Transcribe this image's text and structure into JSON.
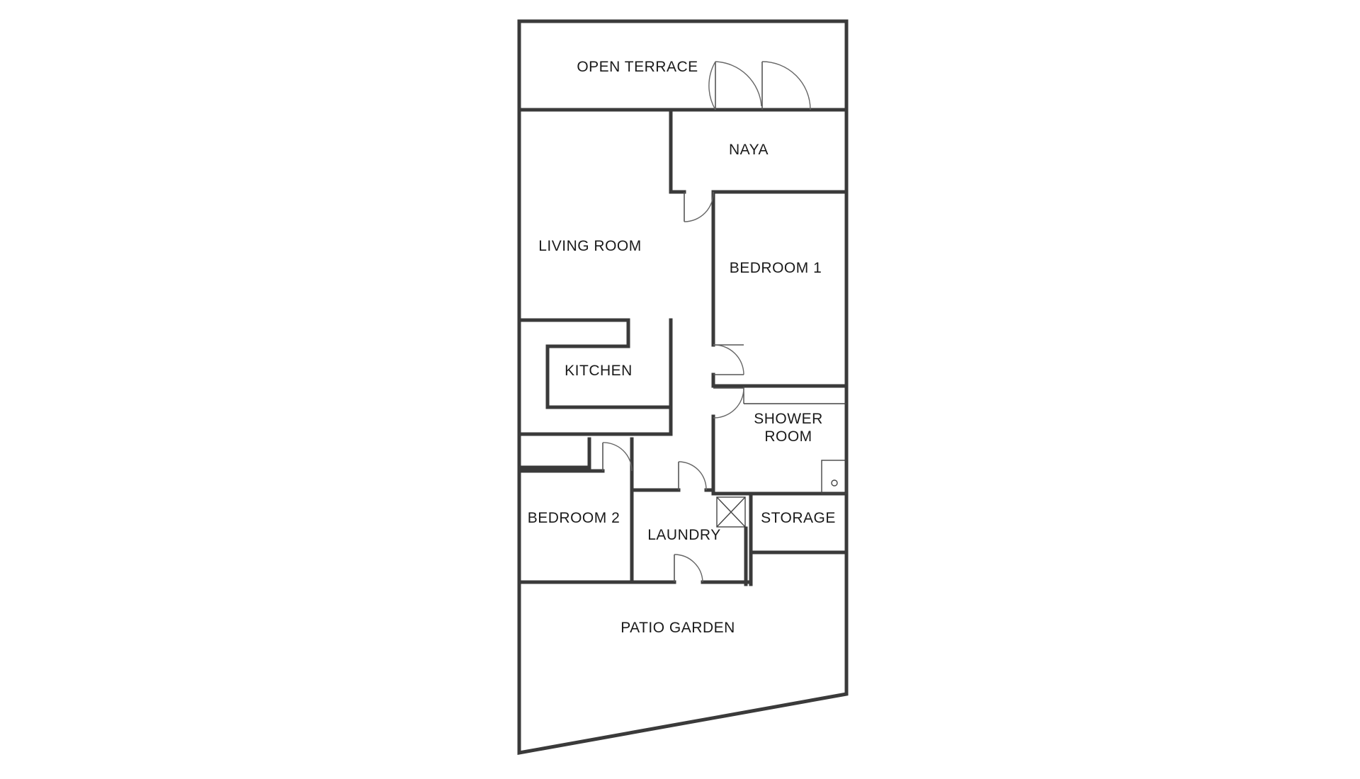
{
  "plan": {
    "rooms": {
      "open_terrace": "OPEN TERRACE",
      "naya": "NAYA",
      "living_room": "LIVING ROOM",
      "bedroom_1": "BEDROOM 1",
      "kitchen": "KITCHEN",
      "shower_room_line1": "SHOWER",
      "shower_room_line2": "ROOM",
      "bedroom_2": "BEDROOM 2",
      "laundry": "LAUNDRY",
      "storage": "STORAGE",
      "patio_garden": "PATIO GARDEN"
    }
  }
}
